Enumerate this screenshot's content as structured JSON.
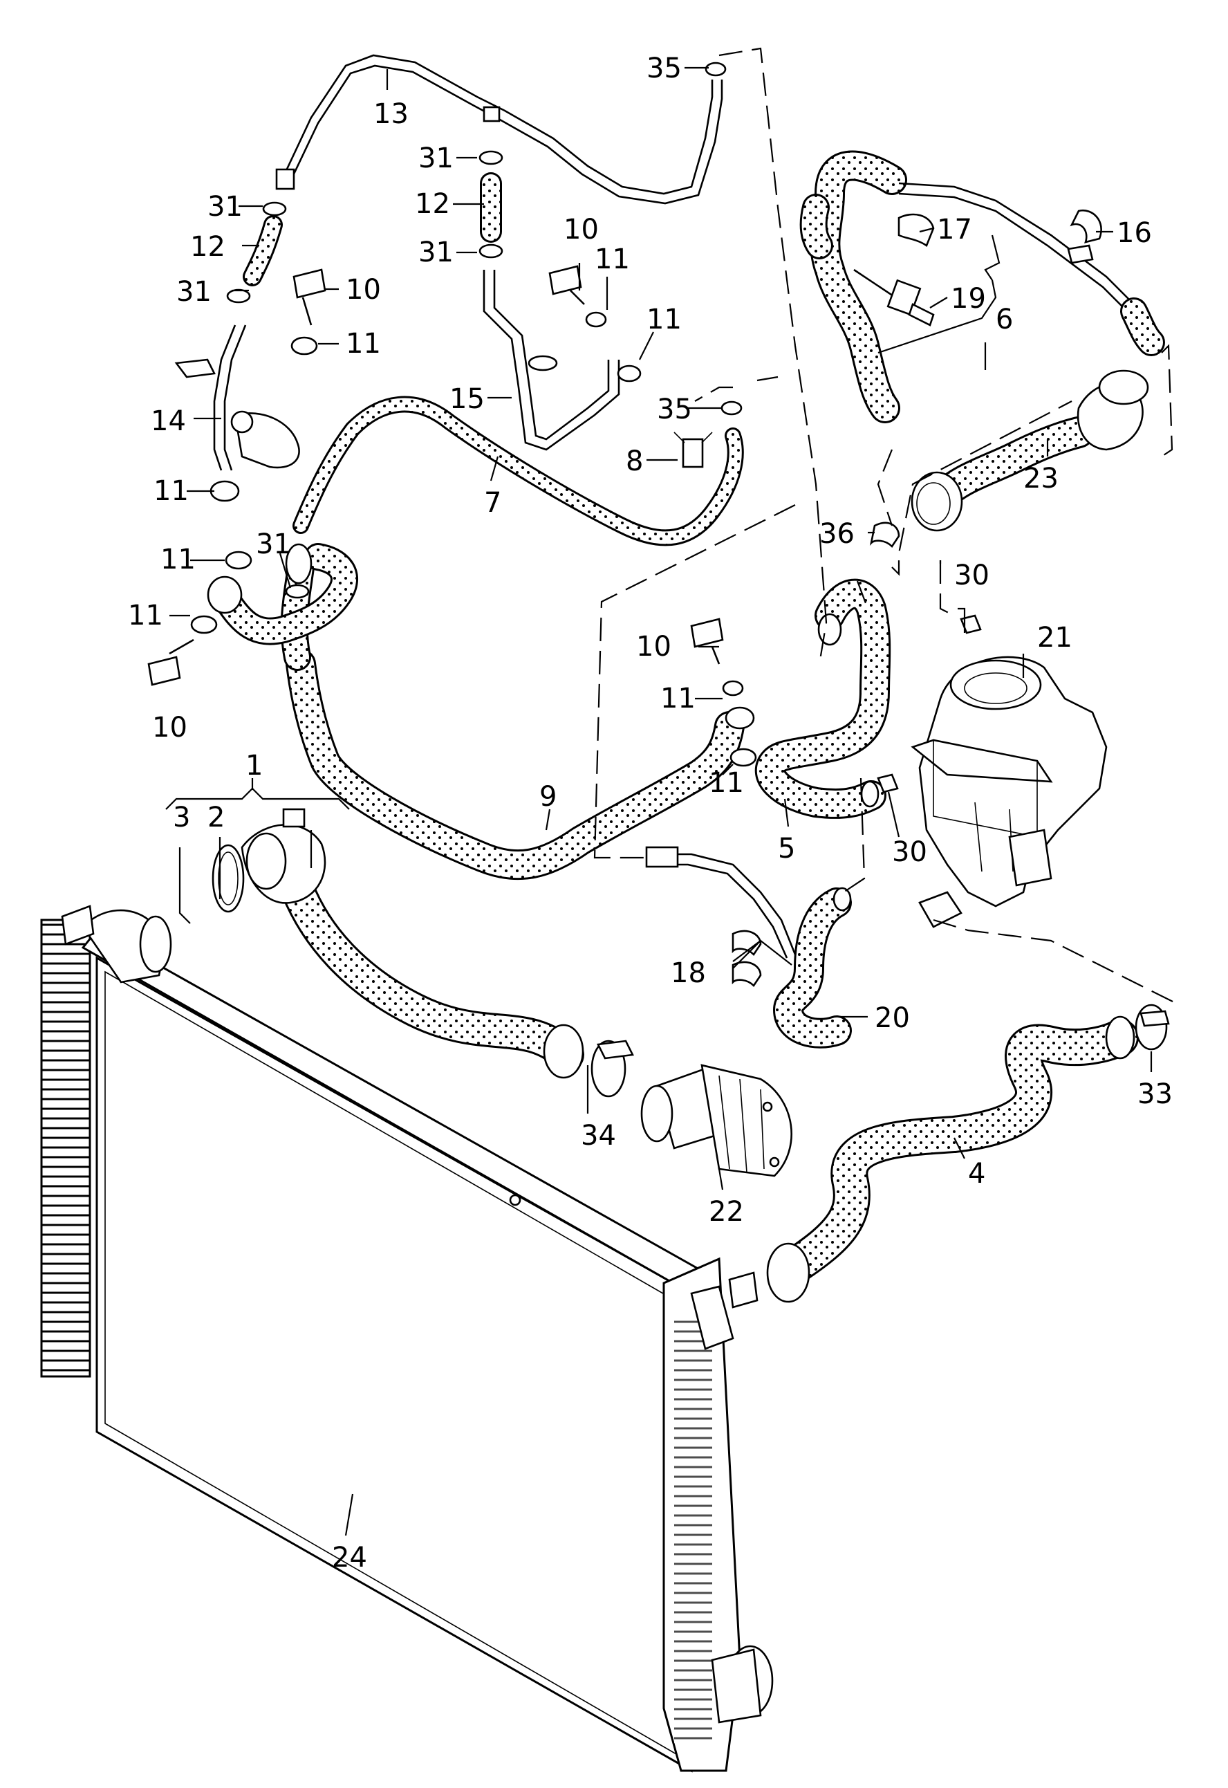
{
  "diagram": {
    "callouts": [
      "1",
      "2",
      "3",
      "4",
      "5",
      "6",
      "7",
      "8",
      "9",
      "10",
      "11",
      "12",
      "13",
      "14",
      "15",
      "16",
      "17",
      "18",
      "19",
      "20",
      "21",
      "22",
      "23",
      "24",
      "30",
      "31",
      "33",
      "34",
      "35",
      "36"
    ]
  }
}
